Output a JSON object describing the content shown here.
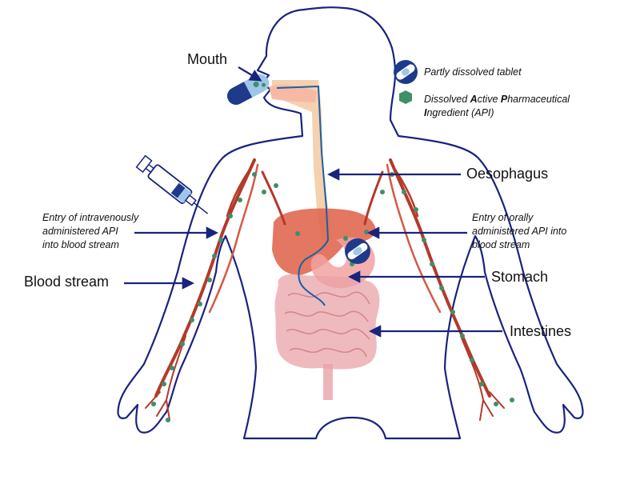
{
  "colors": {
    "outline": "#1a237e",
    "arrow": "#1a237e",
    "vessel": "#b23a2a",
    "vessel_light": "#d45a45",
    "api": "#3f8f6a",
    "liver": "#e06850",
    "stomach": "#f2a1a1",
    "intestine": "#e9a3a8",
    "oesophagus": "#f3c9a0",
    "tube": "#1c5fa8",
    "tablet_dark": "#1e3a8a",
    "tablet_light": "#9ec6e8"
  },
  "labels": {
    "mouth": "Mouth",
    "oesophagus": "Oesophagus",
    "stomach": "Stomach",
    "intestines": "Intestines",
    "blood_stream": "Blood stream",
    "iv_entry": [
      "Entry of intravenously",
      "administered API",
      "into blood stream"
    ],
    "oral_entry": [
      "Entry of orally",
      "administered API into",
      "blood stream"
    ]
  },
  "legend": {
    "tablet": "Partly dissolved tablet",
    "api_line1_parts": [
      "Dissolved ",
      "A",
      "ctive ",
      "P",
      "harmaceutical"
    ],
    "api_line2_parts": [
      "I",
      "ngredient (API)"
    ]
  },
  "icons": [
    "tablet-icon",
    "api-hexagon-icon",
    "syringe-icon",
    "capsule-icon"
  ]
}
